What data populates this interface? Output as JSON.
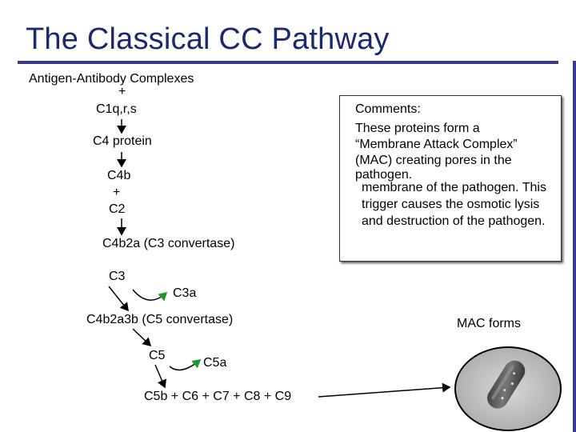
{
  "title": "The Classical CC Pathway",
  "pathway": {
    "step1": "Antigen-Antibody Complexes",
    "plus1": "+",
    "step2": "C1q,r,s",
    "step3": "C4 protein",
    "step4": "C4b",
    "plus2": "+",
    "step5": "C2",
    "step6": "C4b2a (C3 convertase)",
    "step7": "C3",
    "by1": "C3a",
    "step8": "C4b2a3b (C5 convertase)",
    "step9": "C5",
    "by2": "C5a",
    "step10": "C5b + C6 + C7 + C8 + C9"
  },
  "comments": {
    "label": "Comments:",
    "overlap_1": "These proteins form a",
    "overlap_2": "“Membrane Attack Complex”",
    "overlap_3": "(MAC) creating pores in the",
    "overlap_4": "pathogen.",
    "final_text": "membrane of the pathogen. This trigger causes the osmotic lysis and destruction of the pathogen."
  },
  "mac": {
    "label": "MAC forms"
  },
  "colors": {
    "title": "#1a2a6c",
    "rule": "#3a3a8c",
    "arrow": "#1a9a2a"
  }
}
